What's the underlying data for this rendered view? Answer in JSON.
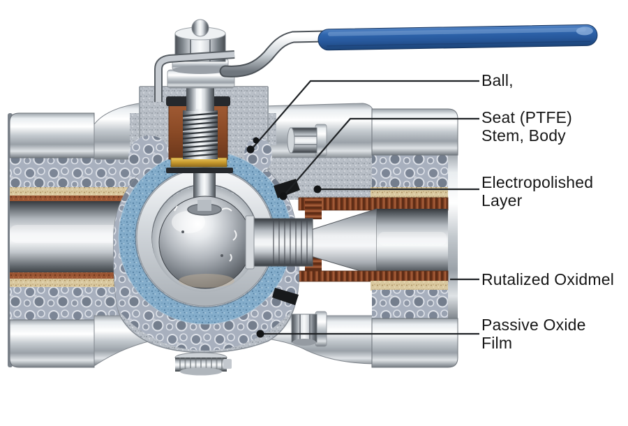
{
  "figure": {
    "background": "#ffffff",
    "labels": [
      {
        "id": "ball",
        "text": "Ball,"
      },
      {
        "id": "seat-stem-body",
        "text": "Seat (PTFE)\nStem, Body"
      },
      {
        "id": "electropolished-layer",
        "text": "Electropolished\nLayer"
      },
      {
        "id": "rutalized-oxidmel",
        "text": "Rutalized Oxidmel"
      },
      {
        "id": "passive-oxide-film",
        "text": "Passive Oxide\nFilm"
      }
    ],
    "colors": {
      "background": "#ffffff",
      "label_text": "#161616",
      "leader_line": "#1f2225",
      "handle_grip_blue": "#2b62a8",
      "seat_ring_blue": "#84adcb",
      "body_speckle_gray": "#b9bfc7",
      "foam_casting_gray": "#a8b0be",
      "gasket_tan": "#d9c89f",
      "gasket_brown": "#9b5533",
      "packing_rust": "#8a4a26",
      "thrust_washer_gold": "#c79a2e"
    }
  }
}
